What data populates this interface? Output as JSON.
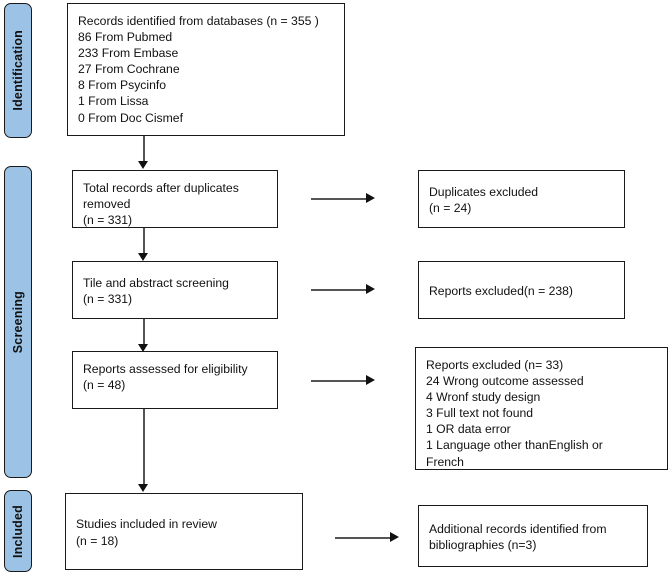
{
  "diagram": {
    "type": "prisma-flow-diagram",
    "accent_color": "#9CC3E5",
    "border_color": "#1a1a1a",
    "background_color": "#ffffff"
  },
  "phases": [
    {
      "label": "Identification"
    },
    {
      "label": "Screening"
    },
    {
      "label": "Included"
    }
  ],
  "boxes": {
    "records_identified": {
      "text": "Records identified from databases (n = 355 )\n86 From Pubmed\n233 From Embase\n27 From Cochrane\n8 From Psycinfo\n1 From Lissa\n0 From Doc Cismef"
    },
    "after_duplicates": {
      "text": "Total records after duplicates removed\n(n = 331)"
    },
    "duplicates_excluded": {
      "text": "Duplicates excluded\n(n = 24)"
    },
    "title_abstract_screening": {
      "text": "Tile and abstract screening\n(n = 331)"
    },
    "reports_excluded_screening": {
      "text": "Reports excluded(n = 238)"
    },
    "reports_assessed": {
      "text": "Reports assessed for eligibility\n(n = 48)"
    },
    "reports_excluded_eligibility": {
      "text": "Reports excluded (n= 33)\n    24 Wrong outcome assessed\n    4 Wronf study design\n    3 Full text not found\n    1 OR data error\n    1 Language other thanEnglish or\nFrench"
    },
    "studies_included": {
      "text": "Studies included in review\n(n = 18)"
    },
    "additional_records": {
      "text": "Additional records identified from bibliographies (n=3)"
    }
  }
}
